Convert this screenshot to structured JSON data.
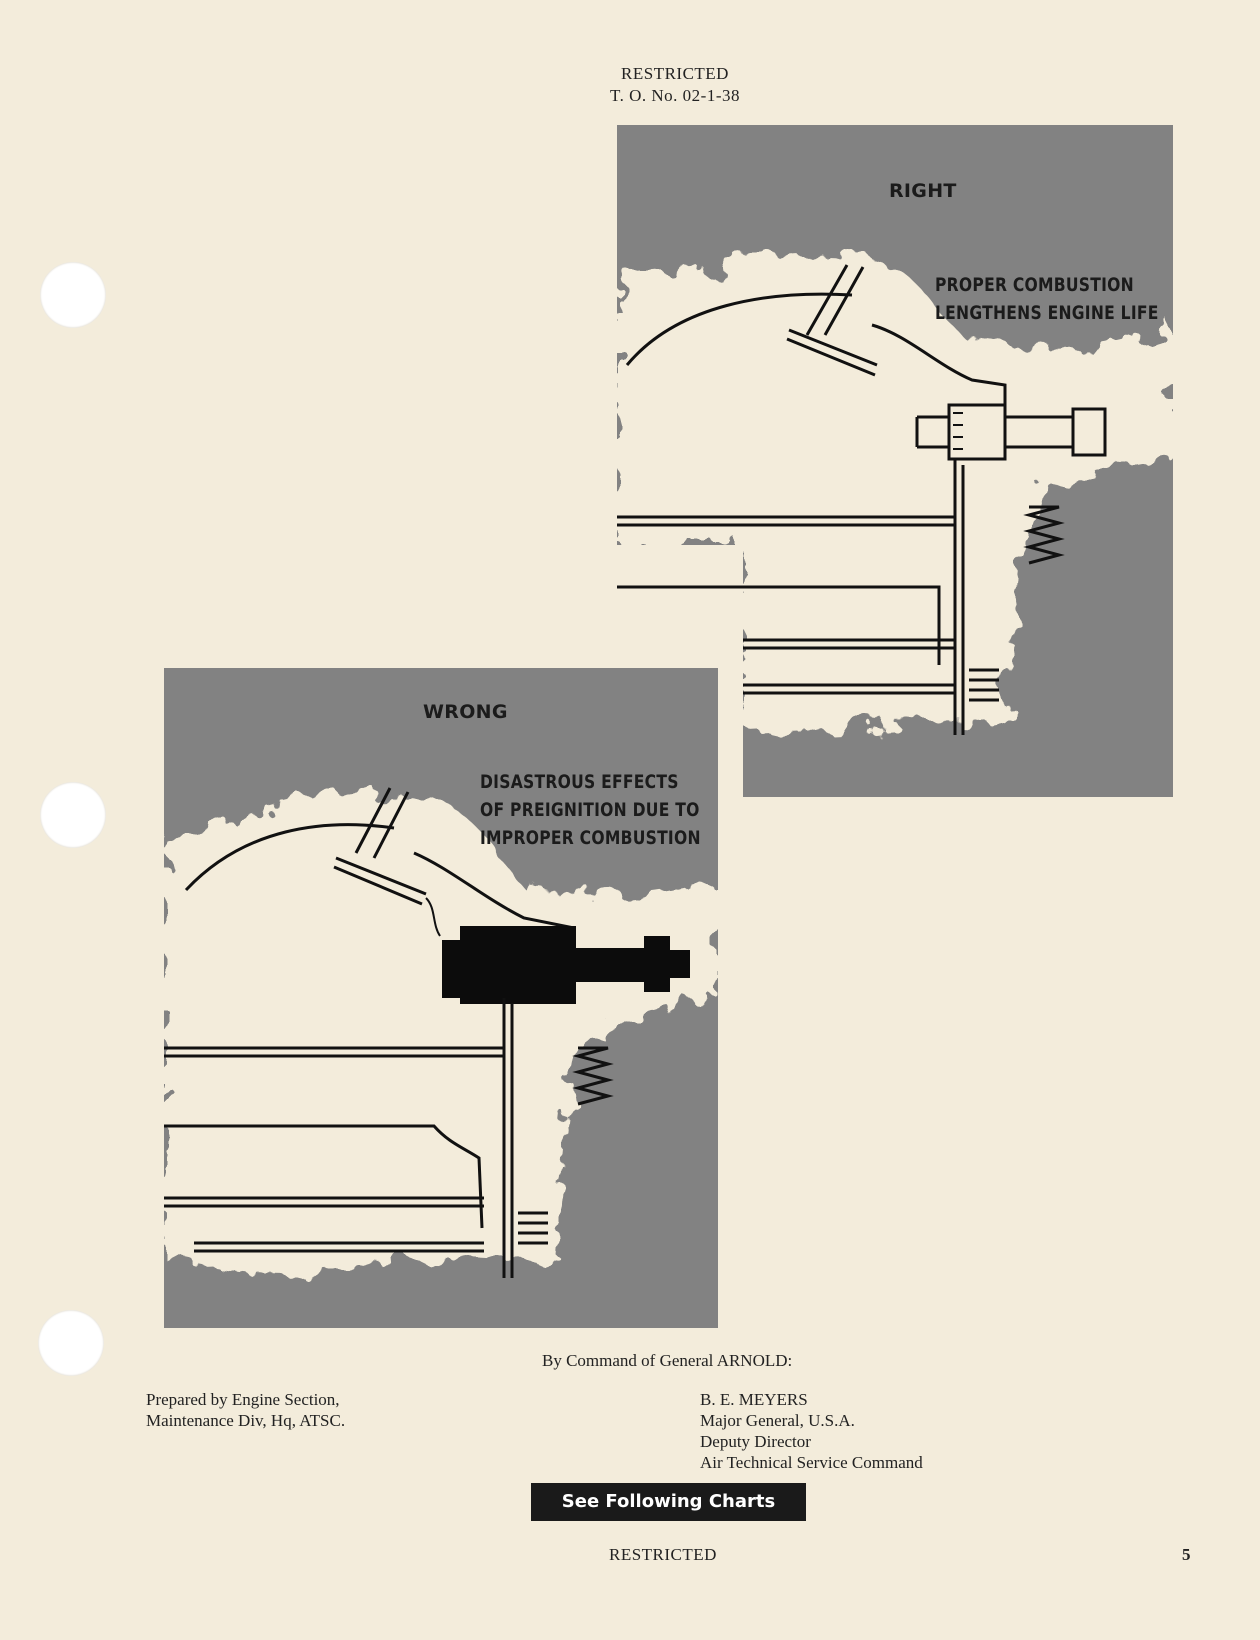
{
  "header": {
    "classification": "RESTRICTED",
    "doc_number": "T. O. No. 02-1-38"
  },
  "panels": {
    "right": {
      "label": "RIGHT",
      "caption": [
        "PROPER COMBUSTION",
        "LENGTHENS ENGINE LIFE"
      ]
    },
    "wrong": {
      "label": "WRONG",
      "caption": [
        "DISASTROUS EFFECTS",
        "OF PREIGNITION DUE TO",
        "IMPROPER COMBUSTION"
      ]
    }
  },
  "authority": {
    "command_line": "By Command of General ARNOLD:",
    "prepared_by": [
      "Prepared by Engine Section,",
      "Maintenance Div, Hq, ATSC."
    ],
    "signatory": [
      "B. E. MEYERS",
      "Major General, U.S.A.",
      "Deputy Director",
      "Air Technical Service Command"
    ]
  },
  "see_charts_button": "See Following Charts",
  "footer": {
    "classification": "RESTRICTED",
    "page_number": "5"
  },
  "colors": {
    "paper": "#f3ecdb",
    "panel_gray": "#828282",
    "ink": "#111111"
  }
}
